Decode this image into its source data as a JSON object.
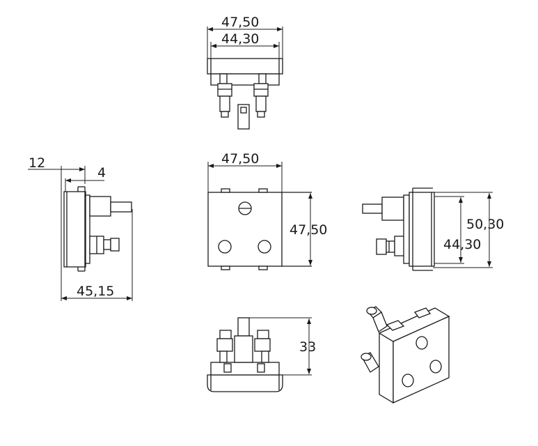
{
  "dimensions": {
    "top_outer_width": "47,50",
    "top_inner_width": "44,30",
    "front_width": "47,50",
    "front_height": "47,50",
    "left_top_12": "12",
    "left_top_4": "4",
    "left_depth": "45,15",
    "right_outer_height": "50,30",
    "right_inner_height": "44,30",
    "bottom_height": "33"
  }
}
